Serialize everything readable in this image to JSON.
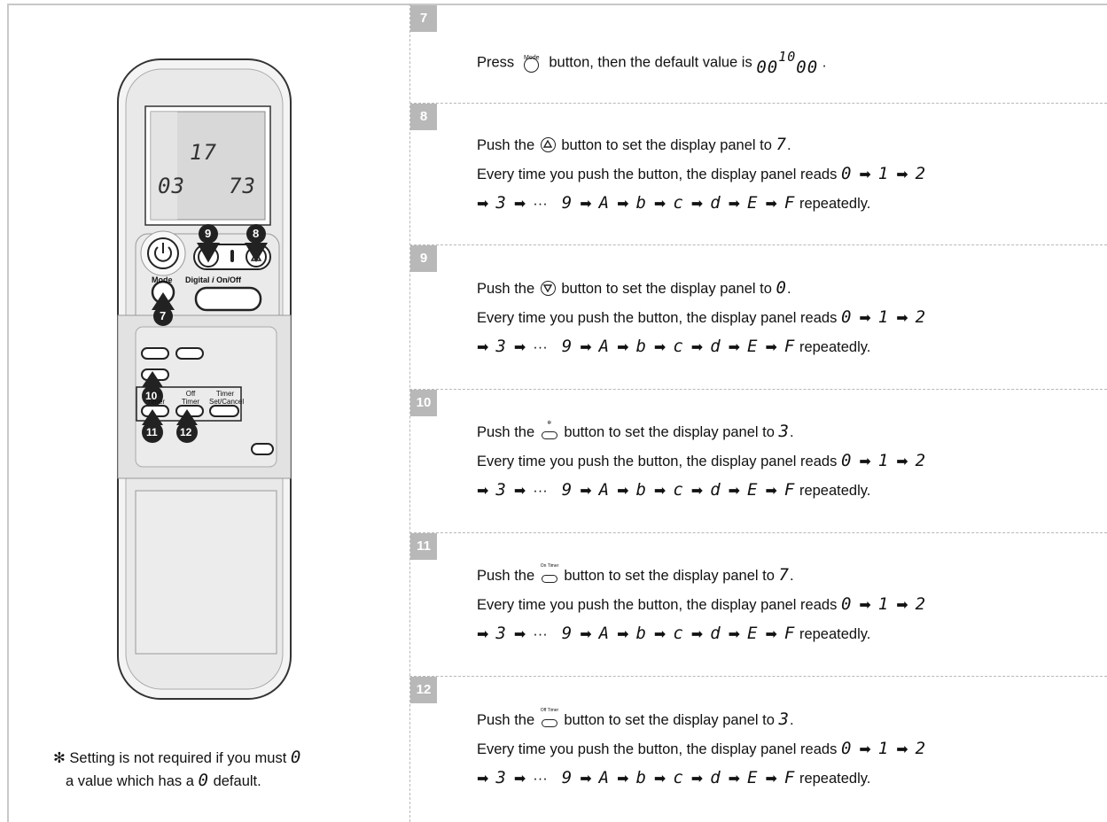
{
  "steps": [
    {
      "number": "7",
      "line1_pre": "Press",
      "icon_label": "Mode",
      "line1_post": "button, then the default value is",
      "default_digits": [
        "00",
        "10",
        "00"
      ]
    },
    {
      "number": "8",
      "line1_pre": "Push the",
      "line1_post": "button to set the display panel to",
      "value": "7"
    },
    {
      "number": "9",
      "line1_pre": "Push the",
      "line1_post": "button to set the display panel to",
      "value": "0"
    },
    {
      "number": "10",
      "line1_pre": "Push the",
      "line1_post": "button to set the display panel to",
      "value": "3"
    },
    {
      "number": "11",
      "line1_pre": "Push the",
      "icon_label": "On Timer",
      "line1_post": "button to set the display panel to",
      "value": "7"
    },
    {
      "number": "12",
      "line1_pre": "Push the",
      "icon_label": "Off Timer",
      "line1_post": "button to set the display panel to",
      "value": "3"
    }
  ],
  "cycle": {
    "intro": "Every time you push the button, the display panel reads",
    "seq_line2": [
      "0",
      "1",
      "2"
    ],
    "seq_line3": [
      "3",
      "···",
      "9",
      "A",
      "b",
      "c",
      "d",
      "E",
      "F"
    ],
    "suffix": "repeatedly."
  },
  "remote": {
    "display_top": "17",
    "display_left": "03",
    "display_right": "73",
    "mode_label": "Mode",
    "digital_label": "Digital",
    "onoff_label": "On/Off",
    "on_timer_label": "On Timer",
    "off_timer_label": "Off Timer",
    "timer_set_label": "Timer Set/Cancel",
    "callouts": [
      "7",
      "8",
      "9",
      "10",
      "11",
      "12"
    ]
  },
  "footnote": {
    "star": "✻",
    "line1_pre": "Setting is not required if you must",
    "line1_digit": "0",
    "line2_pre": "a value which has a",
    "line2_digit": "0",
    "line2_post": "default."
  },
  "colors": {
    "badge": "#b8b8b8",
    "callout": "#222222",
    "remote_body": "#f2f2f2"
  }
}
